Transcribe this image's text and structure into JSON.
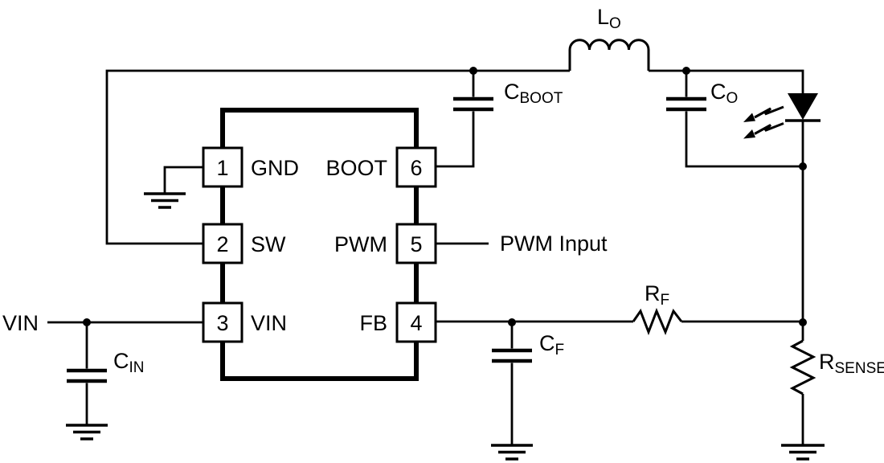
{
  "colors": {
    "line": "#000000",
    "background": "#ffffff",
    "text": "#000000"
  },
  "ic": {
    "pins": [
      {
        "number": "1",
        "name": "GND"
      },
      {
        "number": "2",
        "name": "SW"
      },
      {
        "number": "3",
        "name": "VIN"
      },
      {
        "number": "4",
        "name": "FB"
      },
      {
        "number": "5",
        "name": "PWM"
      },
      {
        "number": "6",
        "name": "BOOT"
      }
    ]
  },
  "nets": {
    "vin": "VIN",
    "pwm_input": "PWM Input"
  },
  "components": {
    "l_o": {
      "main": "L",
      "sub": "O"
    },
    "c_boot": {
      "main": "C",
      "sub": "BOOT"
    },
    "c_o": {
      "main": "C",
      "sub": "O"
    },
    "c_in": {
      "main": "C",
      "sub": "IN"
    },
    "c_f": {
      "main": "C",
      "sub": "F"
    },
    "r_f": {
      "main": "R",
      "sub": "F"
    },
    "r_sense": {
      "main": "R",
      "sub": "SENSE"
    }
  }
}
